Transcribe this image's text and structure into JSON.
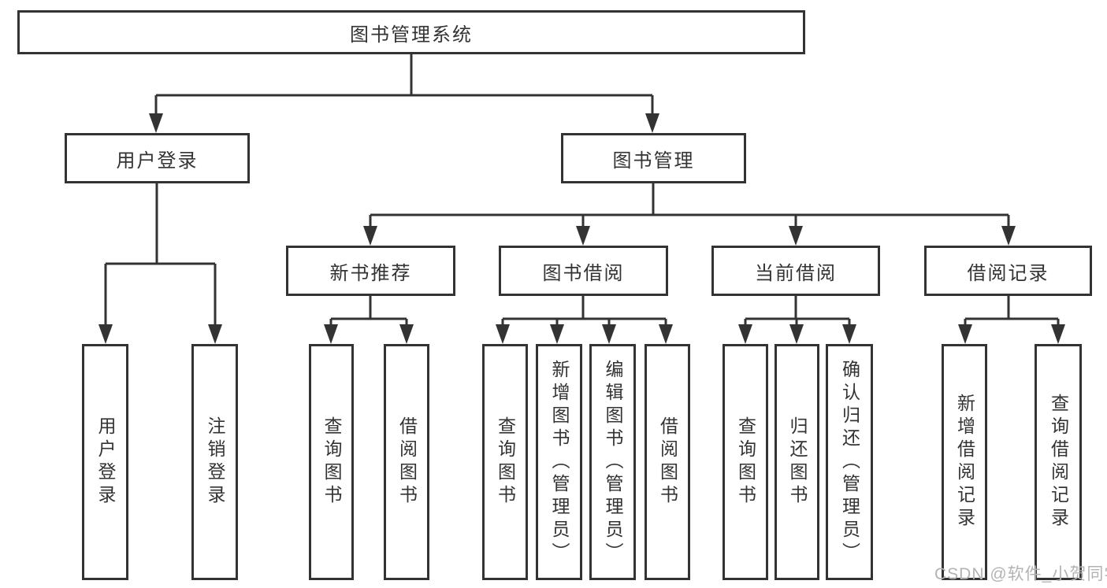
{
  "diagram": {
    "root": {
      "label": "图书管理系统"
    },
    "branches": [
      {
        "label": "用户登录",
        "children": [
          {
            "label": "用户登录"
          },
          {
            "label": "注销登录"
          }
        ]
      },
      {
        "label": "图书管理",
        "groups": [
          {
            "label": "新书推荐",
            "children": [
              {
                "label": "查询图书"
              },
              {
                "label": "借阅图书"
              }
            ]
          },
          {
            "label": "图书借阅",
            "children": [
              {
                "label": "查询图书"
              },
              {
                "label": "新增图书（管理员）"
              },
              {
                "label": "编辑图书（管理员）"
              },
              {
                "label": "借阅图书"
              }
            ]
          },
          {
            "label": "当前借阅",
            "children": [
              {
                "label": "查询图书"
              },
              {
                "label": "归还图书"
              },
              {
                "label": "确认归还（管理员）"
              }
            ]
          },
          {
            "label": "借阅记录",
            "children": [
              {
                "label": "新增借阅记录"
              },
              {
                "label": "查询借阅记录"
              }
            ]
          }
        ]
      }
    ]
  },
  "watermark": {
    "text": "CSDN @软件_小贺同学"
  },
  "colors": {
    "line": "#333333",
    "text": "#333333",
    "watermark": "#b3b3b3",
    "background": "#ffffff"
  }
}
